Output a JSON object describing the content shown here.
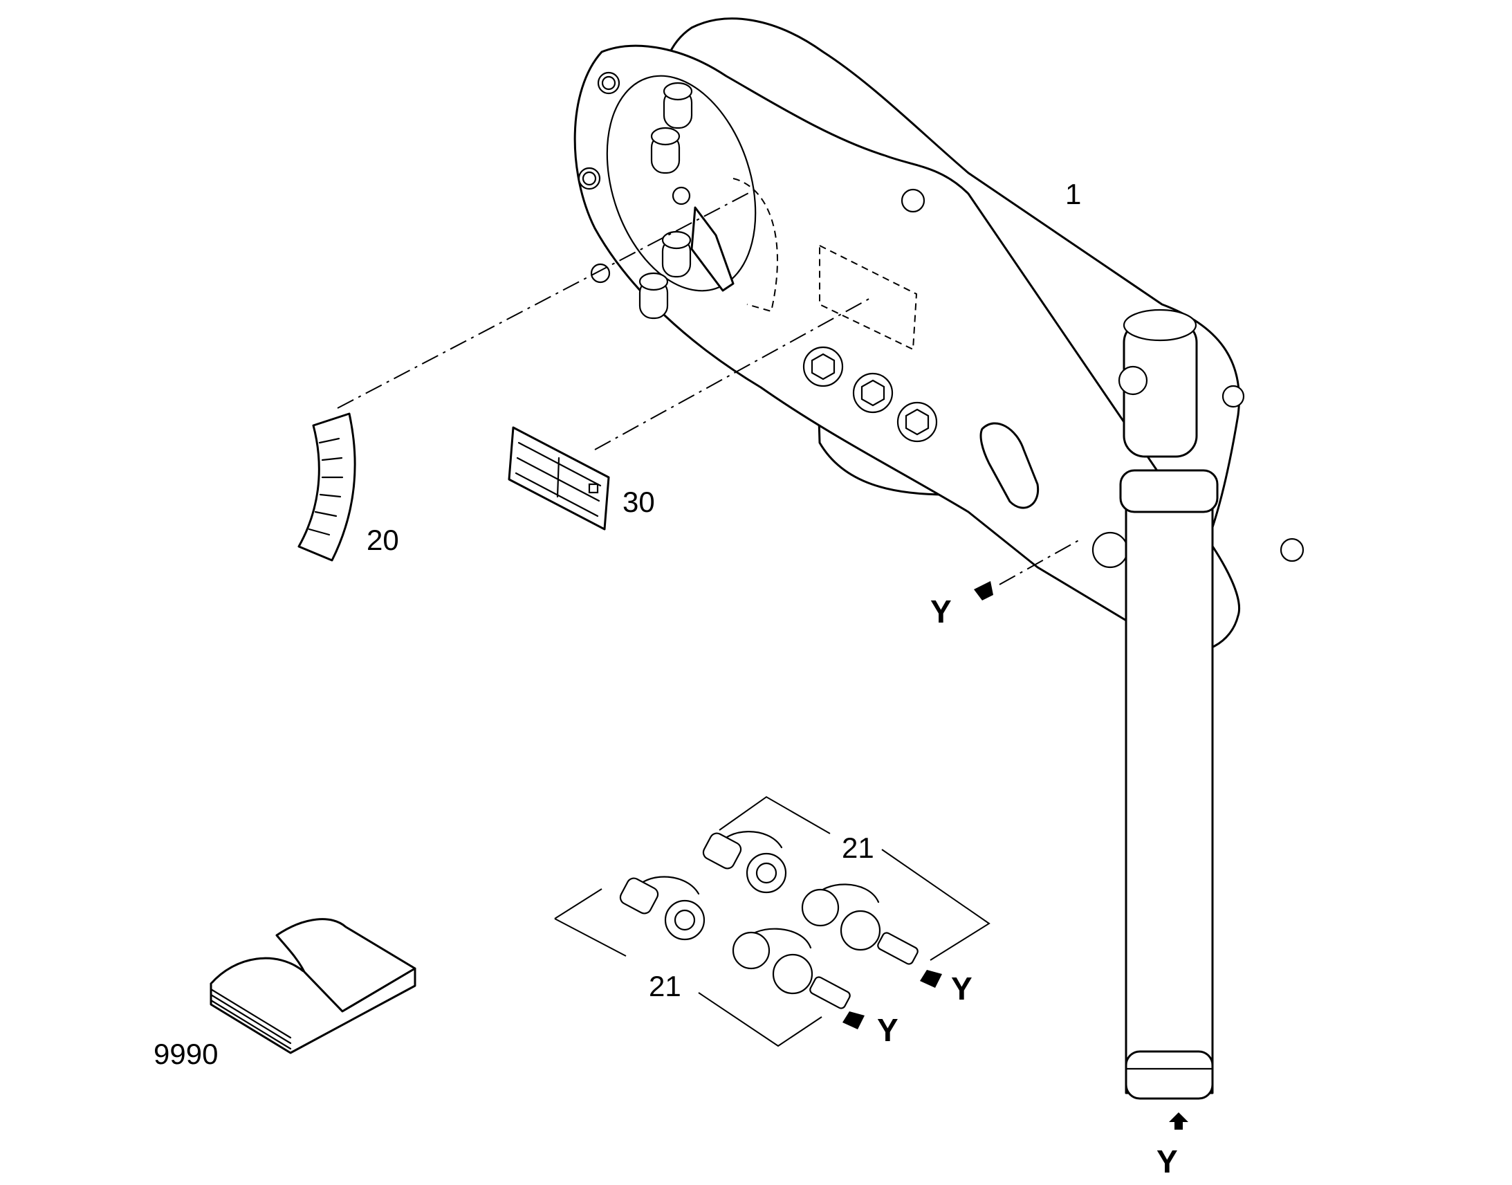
{
  "callouts": {
    "part_1": "1",
    "part_20": "20",
    "part_30": "30",
    "part_21_top": "21",
    "part_21_bottom": "21",
    "part_9990": "9990"
  },
  "markers": {
    "y_upper": "Y",
    "y_bottom": "Y",
    "y_coupling_right": "Y",
    "y_coupling_left": "Y"
  },
  "colors": {
    "line": "#000000",
    "background": "#ffffff"
  }
}
